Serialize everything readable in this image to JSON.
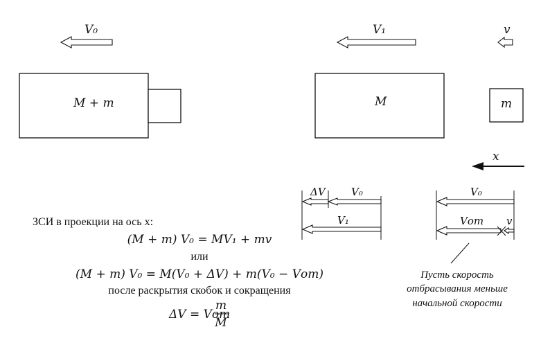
{
  "top": {
    "v0_label": "V₀",
    "v1_label": "V₁",
    "v_small_label": "v",
    "block_combined_label": "M + m",
    "block_large_label": "M",
    "block_small_label": "m",
    "axis_label": "x"
  },
  "vector_left": {
    "dv_label": "ΔV",
    "v0_label": "V₀",
    "v1_label": "V₁"
  },
  "vector_right": {
    "v0_label": "V₀",
    "vot_label": "Vот",
    "v_label": "v"
  },
  "equations": {
    "heading": "ЗСИ в проекции на ось x:",
    "eq1": "(M + m) V₀ = MV₁ + mv",
    "or": "или",
    "eq2": "(M + m) V₀ = M(V₀ + ΔV)  + m(V₀ − Vот)",
    "after": "после раскрытия скобок и сокращения",
    "result_lhs": "ΔV = Vот",
    "result_num": "m",
    "result_den": "M"
  },
  "note": {
    "line1": "Пусть скорость",
    "line2": "отбрасывания меньше",
    "line3": "начальной скорости"
  }
}
